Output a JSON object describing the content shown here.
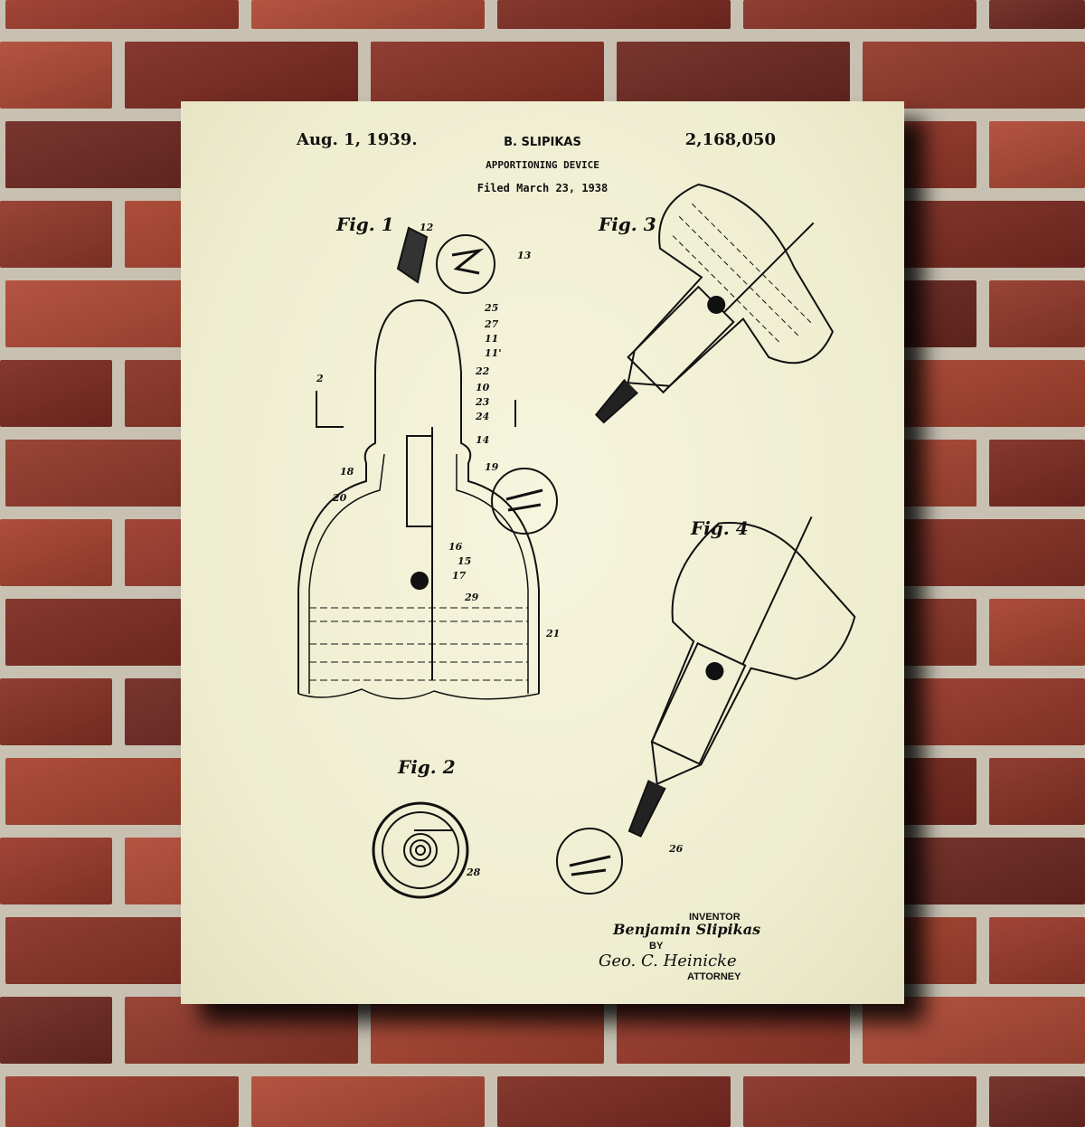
{
  "patent": {
    "date": "Aug. 1, 1939.",
    "inventor_header": "B. SLIPIKAS",
    "number": "2,168,050",
    "title": "APPORTIONING DEVICE",
    "filed": "Filed March 23, 1938"
  },
  "figures": [
    "Fig. 1",
    "Fig. 2",
    "Fig. 3",
    "Fig. 4"
  ],
  "reference_numerals": [
    "12",
    "13",
    "25",
    "27",
    "11",
    "11'",
    "22",
    "10",
    "23",
    "24",
    "26",
    "18",
    "19",
    "20",
    "16",
    "15",
    "17",
    "29",
    "21",
    "28",
    "14",
    "2"
  ],
  "signature": {
    "inventor_label": "INVENTOR",
    "inventor_name": "Benjamin Slipikas",
    "by": "BY",
    "attorney_signature": "Geo. C. Heinicke",
    "attorney_label": "ATTORNEY"
  },
  "colors": {
    "paper": "#f3f2d8",
    "brick": "#9b3a2c",
    "mortar": "#c8c1b2",
    "ink": "#111111"
  }
}
